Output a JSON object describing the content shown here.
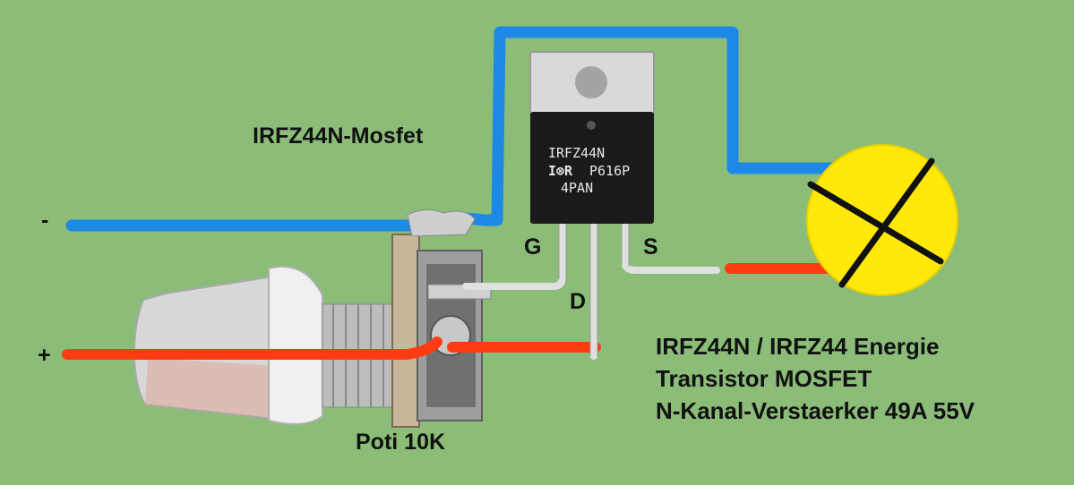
{
  "labels": {
    "mosfet_title": "IRFZ44N-Mosfet",
    "minus": "-",
    "plus": "+",
    "pin_g": "G",
    "pin_s": "S",
    "pin_d": "D",
    "poti": "Poti 10K",
    "desc_line1": "IRFZ44N / IRFZ44 Energie",
    "desc_line2": "Transistor MOSFET",
    "desc_line3": "N-Kanal-Verstaerker 49A 55V"
  },
  "chip_markings": {
    "line1": "IRFZ44N",
    "logo": "I⊗R",
    "line2": "P616P",
    "line3": "4PAN"
  },
  "colors": {
    "background": "#8bbd78",
    "wire_negative": "#1e88e5",
    "wire_positive": "#ff3b12",
    "lamp": "#ffe80a",
    "transistor_body": "#1a1a1a",
    "metal_tab": "#d9d9d9"
  }
}
